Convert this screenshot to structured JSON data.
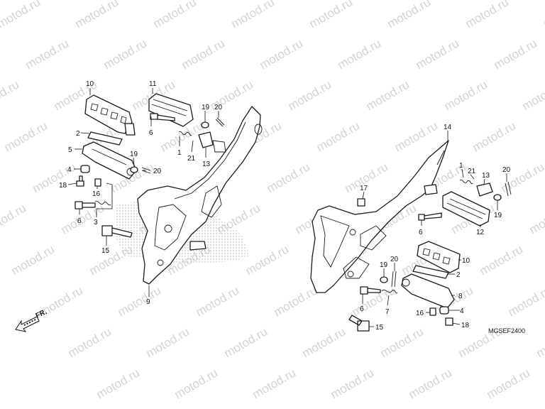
{
  "watermark_text": "motod.ru",
  "direction_label": "FR.",
  "diagram_code": "MGSEF2400",
  "labels": [
    {
      "id": "l10a",
      "text": "10"
    },
    {
      "id": "l11",
      "text": "11"
    },
    {
      "id": "l19a",
      "text": "19"
    },
    {
      "id": "l20a",
      "text": "20"
    },
    {
      "id": "l2a",
      "text": "2"
    },
    {
      "id": "l6a",
      "text": "6"
    },
    {
      "id": "l1a",
      "text": "1"
    },
    {
      "id": "l21a",
      "text": "21"
    },
    {
      "id": "l13a",
      "text": "13"
    },
    {
      "id": "l5",
      "text": "5"
    },
    {
      "id": "l19b",
      "text": "19"
    },
    {
      "id": "l20b",
      "text": "20"
    },
    {
      "id": "l4a",
      "text": "4"
    },
    {
      "id": "l18a",
      "text": "18"
    },
    {
      "id": "l16a",
      "text": "16"
    },
    {
      "id": "l6b",
      "text": "6"
    },
    {
      "id": "l3",
      "text": "3"
    },
    {
      "id": "l15a",
      "text": "15"
    },
    {
      "id": "l9",
      "text": "9"
    },
    {
      "id": "l14",
      "text": "14"
    },
    {
      "id": "l1b",
      "text": "1"
    },
    {
      "id": "l21b",
      "text": "21"
    },
    {
      "id": "l13b",
      "text": "13"
    },
    {
      "id": "l20c",
      "text": "20"
    },
    {
      "id": "l17",
      "text": "17"
    },
    {
      "id": "l19c",
      "text": "19"
    },
    {
      "id": "l6c",
      "text": "6"
    },
    {
      "id": "l12",
      "text": "12"
    },
    {
      "id": "l20d",
      "text": "20"
    },
    {
      "id": "l19d",
      "text": "19"
    },
    {
      "id": "l10b",
      "text": "10"
    },
    {
      "id": "l2b",
      "text": "2"
    },
    {
      "id": "l8",
      "text": "8"
    },
    {
      "id": "l6d",
      "text": "6"
    },
    {
      "id": "l7",
      "text": "7"
    },
    {
      "id": "l16b",
      "text": "16"
    },
    {
      "id": "l4b",
      "text": "4"
    },
    {
      "id": "l15b",
      "text": "15"
    },
    {
      "id": "l18b",
      "text": "18"
    }
  ]
}
